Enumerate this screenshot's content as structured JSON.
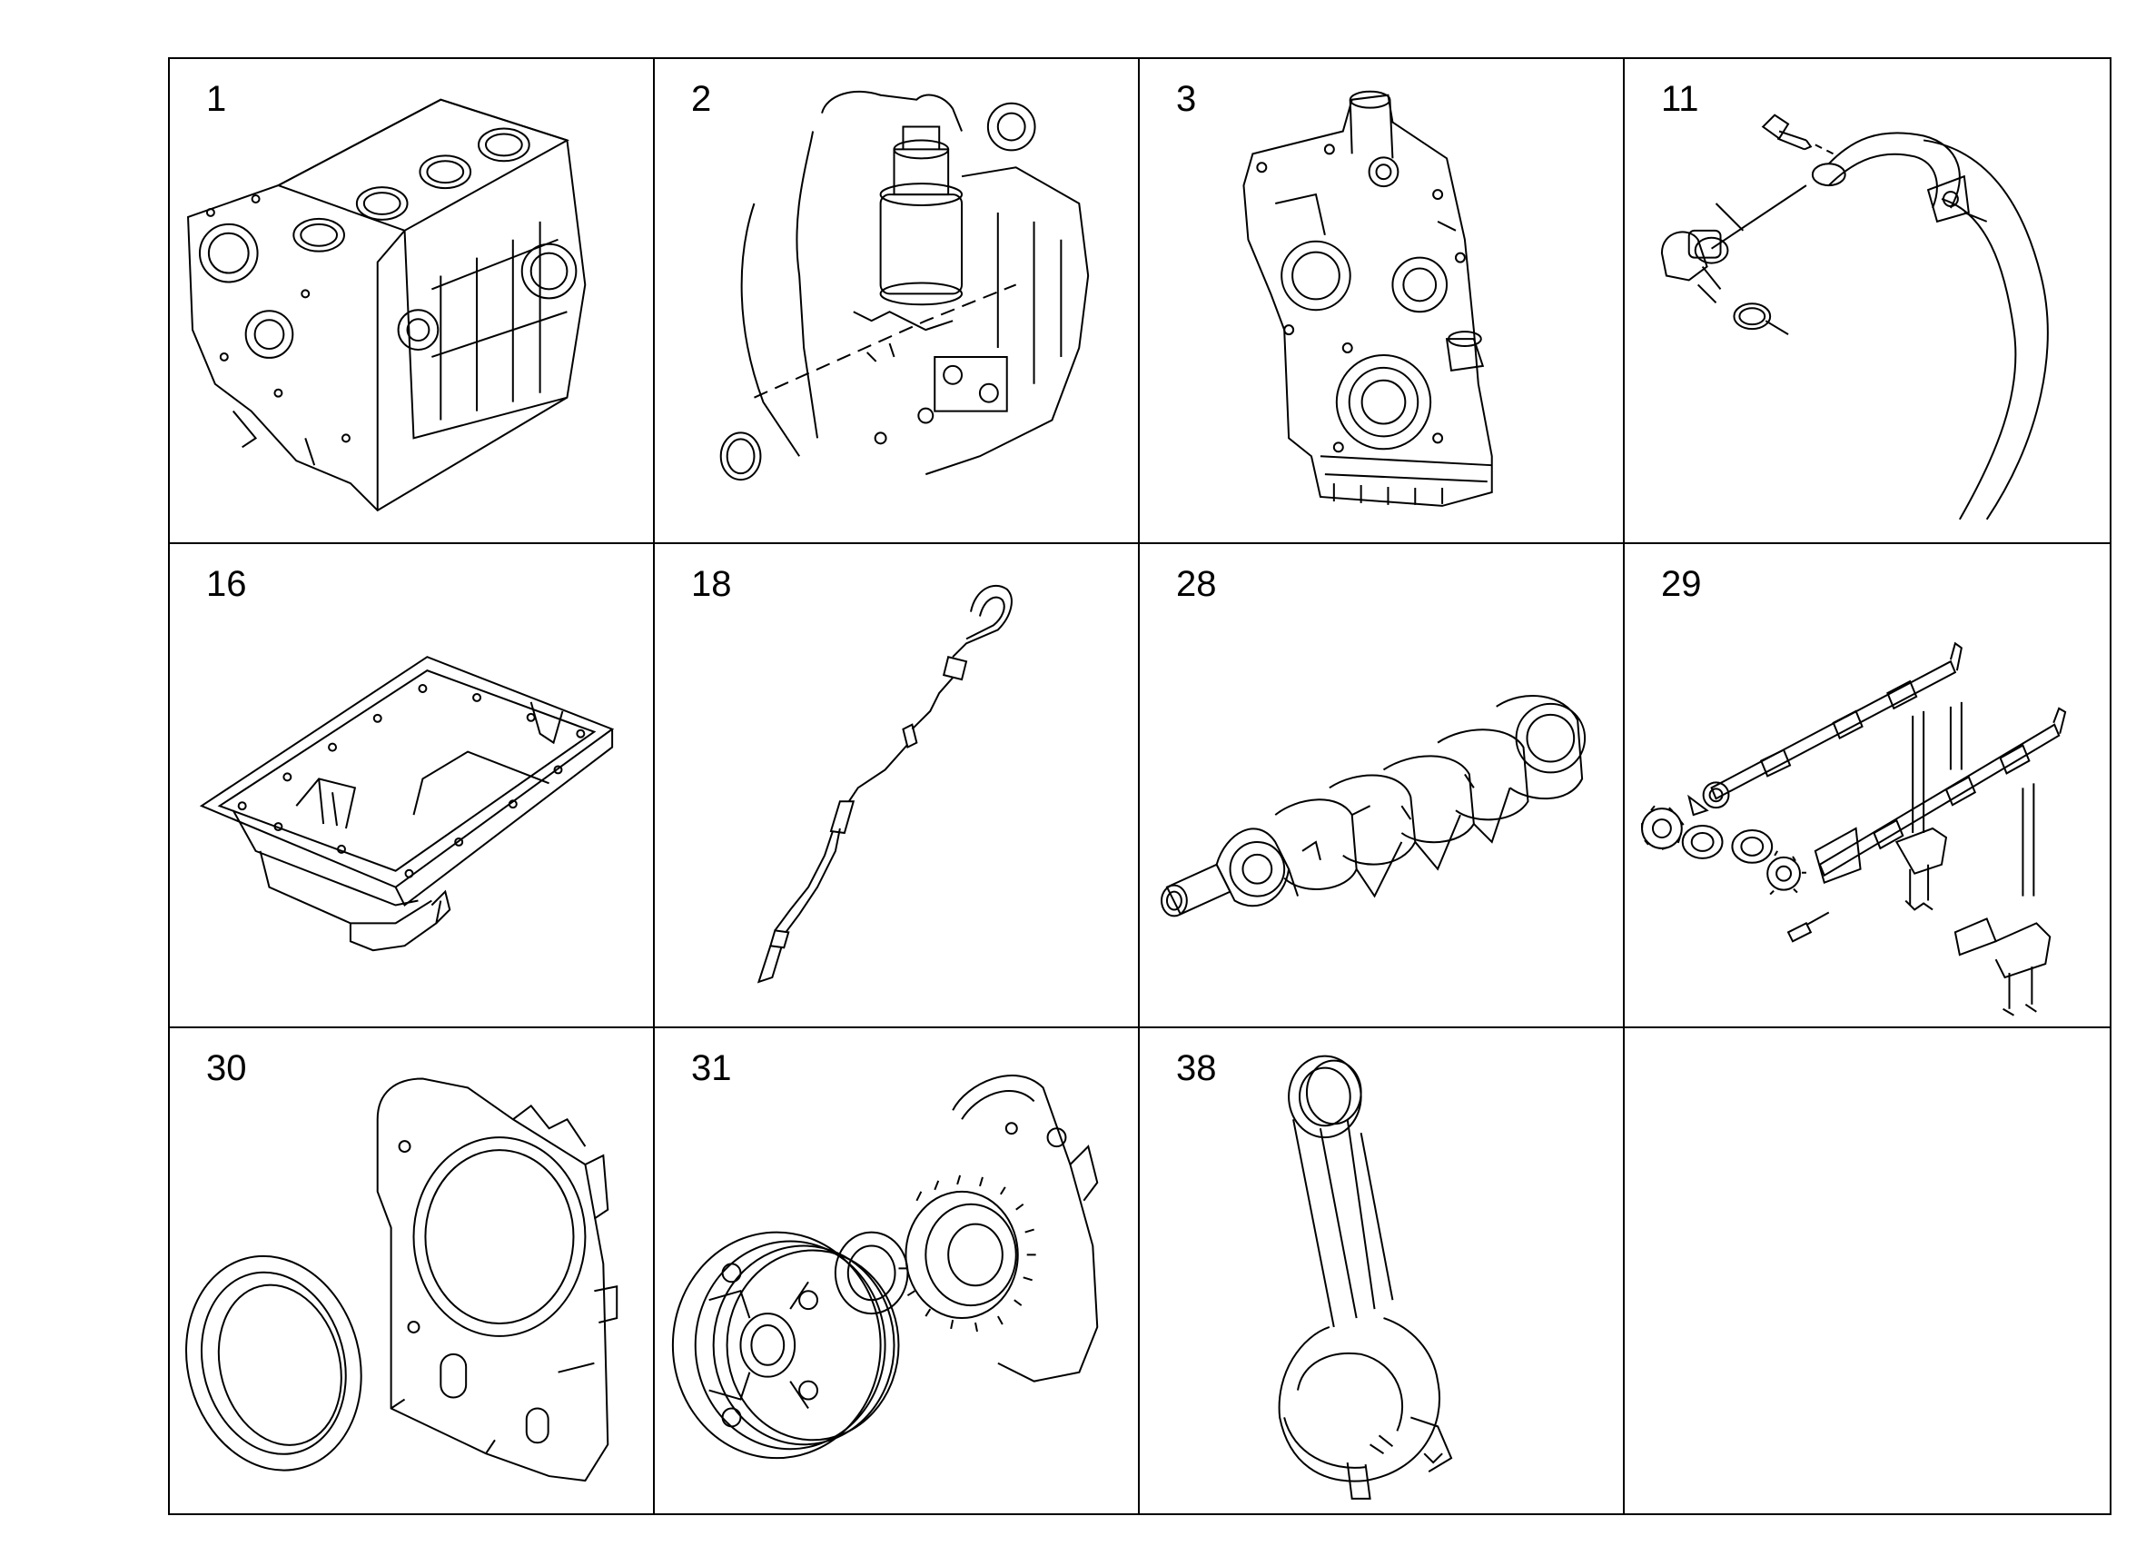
{
  "parts": [
    {
      "number": "1",
      "icon": "cylinder-block-icon"
    },
    {
      "number": "2",
      "icon": "oil-filter-assembly-icon"
    },
    {
      "number": "3",
      "icon": "timing-cover-icon"
    },
    {
      "number": "11",
      "icon": "coolant-hose-icon"
    },
    {
      "number": "16",
      "icon": "oil-pan-icon"
    },
    {
      "number": "18",
      "icon": "dipstick-icon"
    },
    {
      "number": "28",
      "icon": "crankshaft-icon"
    },
    {
      "number": "29",
      "icon": "camshaft-icon"
    },
    {
      "number": "30",
      "icon": "rear-seal-housing-icon"
    },
    {
      "number": "31",
      "icon": "pulley-gear-icon"
    },
    {
      "number": "38",
      "icon": "connecting-rod-icon"
    },
    {
      "number": "",
      "icon": ""
    }
  ],
  "colors": {
    "line": "#000000",
    "background": "#ffffff"
  }
}
